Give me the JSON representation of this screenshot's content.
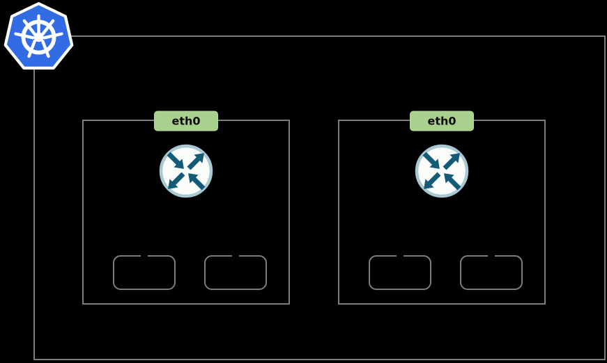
{
  "diagram": {
    "type": "kubernetes-network-diagram",
    "background_color": "#000000",
    "logo": {
      "icon": "kubernetes-logo-icon",
      "color": "#326ce5"
    },
    "cluster": {
      "border_color": "#7d7d7d",
      "nodes": [
        {
          "interface_label": "eth0",
          "router_icon": "router-icon",
          "pod_slots": 2
        },
        {
          "interface_label": "eth0",
          "router_icon": "router-icon",
          "pod_slots": 2
        }
      ]
    },
    "colors": {
      "box_border": "#7d7d7d",
      "eth_label_bg": "#a9d18e",
      "eth_label_text": "#0c0c0c",
      "kubernetes_blue": "#326ce5",
      "router_arrow": "#155a77",
      "router_ring": "#a8c8d4",
      "router_fill": "#fbfdfa"
    }
  }
}
